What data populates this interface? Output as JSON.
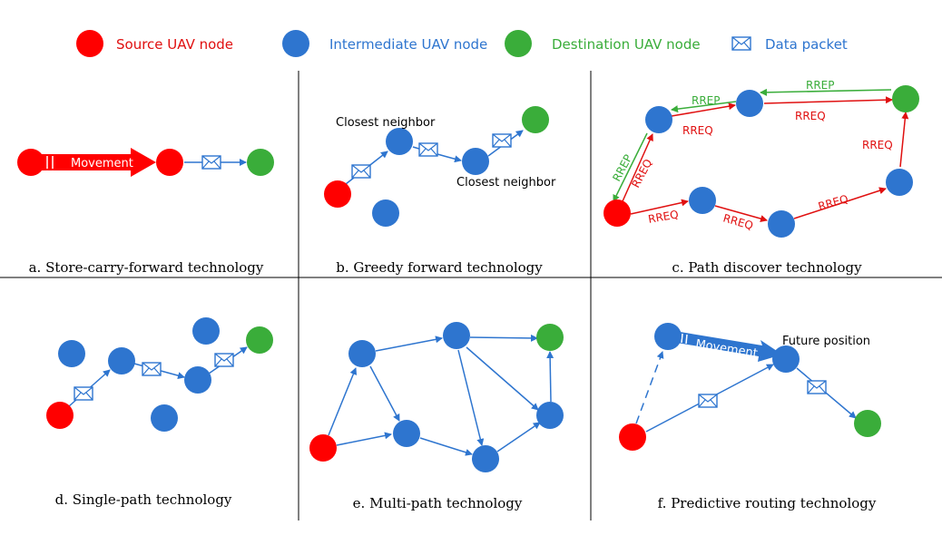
{
  "legend": {
    "source": "Source UAV node",
    "intermediate": "Intermediate UAV node",
    "destination": "Destination UAV node",
    "packet": "Data packet"
  },
  "panels": {
    "a": {
      "caption": "a. Store-carry-forward technology",
      "movement": "Movement"
    },
    "b": {
      "caption": "b. Greedy forward technology",
      "closest1": "Closest neighbor",
      "closest2": "Closest neighbor"
    },
    "c": {
      "caption": "c. Path discover technology",
      "rrep": "RREP",
      "rreq": "RREQ"
    },
    "d": {
      "caption": "d. Single-path technology"
    },
    "e": {
      "caption": "e. Multi-path technology"
    },
    "f": {
      "caption": "f. Predictive routing technology",
      "movement": "Movement",
      "future": "Future position"
    }
  },
  "colors": {
    "source": "#ff0000",
    "intermediate": "#2e75cf",
    "destination": "#3aad3a",
    "legend_source_text": "#e01010",
    "legend_intermediate_text": "#2e75cf",
    "legend_destination_text": "#3aad3a",
    "rreq": "#e01010",
    "rrep": "#3aad3a",
    "link": "#2e75cf"
  }
}
